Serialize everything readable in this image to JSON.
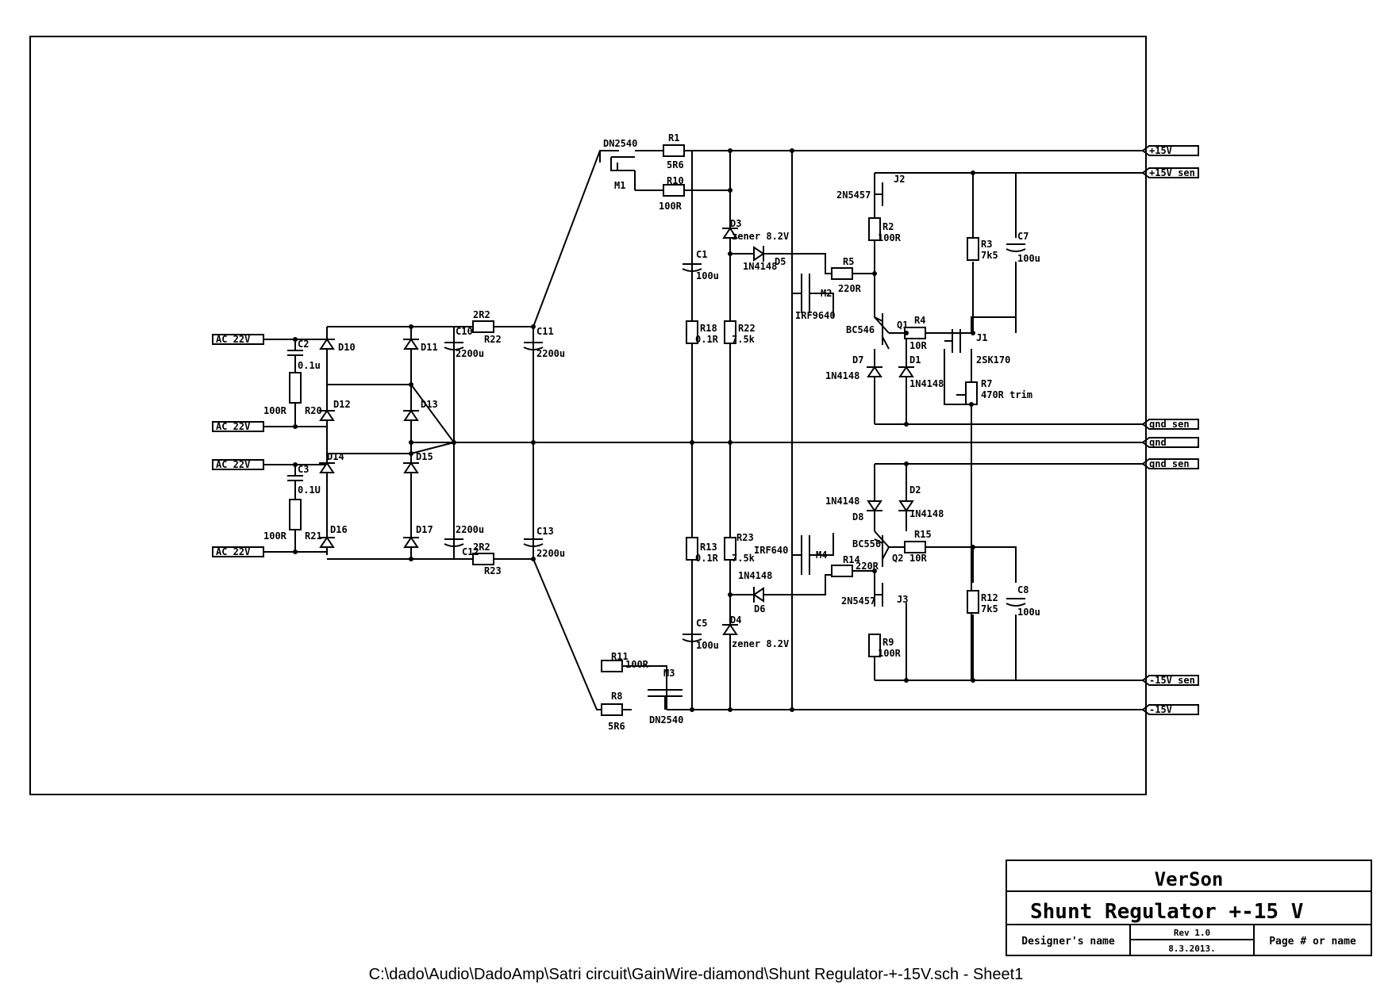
{
  "ports": [
    {
      "id": "p15v",
      "label": "+15V"
    },
    {
      "id": "p15vsen",
      "label": "+15V sen"
    },
    {
      "id": "gndsen1",
      "label": "gnd sen"
    },
    {
      "id": "gnd",
      "label": "gnd"
    },
    {
      "id": "gndsen2",
      "label": "gnd sen"
    },
    {
      "id": "m15vsen",
      "label": "-15V sen"
    },
    {
      "id": "m15v",
      "label": "-15V"
    }
  ],
  "ac_inputs": [
    "AC 22V",
    "AC 22V",
    "AC 22V",
    "AC 22V"
  ],
  "labels": {
    "C2": "C2",
    "C2v": "0.1u",
    "R20v": "100R",
    "R20": "R20",
    "D10": "D10",
    "D11": "D11",
    "D12": "D12",
    "D13": "D13",
    "C3": "C3",
    "C3v": "0.1U",
    "R21v": "100R",
    "R21": "R21",
    "D14": "D14",
    "D15": "D15",
    "D16": "D16",
    "D17": "D17",
    "C10": "C10",
    "C10v": "2200u",
    "C12": "C12",
    "C12v": "2200u",
    "R22a": "2R2",
    "R22a_name": "R22",
    "R23a": "2R2",
    "R23a_name": "R23",
    "C11": "C11",
    "C11v": "2200u",
    "C13": "C13",
    "C13v": "2200u",
    "M1": "M1",
    "M1v": "DN2540",
    "M3": "M3",
    "M3v": "DN2540",
    "R1": "R1",
    "R1v": "5R6",
    "R10": "R10",
    "R10v": "100R",
    "R11": "R11",
    "R11v": "100R",
    "R8": "R8",
    "R8v": "5R6",
    "C1": "C1",
    "C1v": "100u",
    "C5": "C5",
    "C5v": "100u",
    "R18": "R18",
    "R18v": "0.1R",
    "R13": "R13",
    "R13v": "0.1R",
    "R22": "R22",
    "R22v": "7.5k",
    "R23": "R23",
    "R23v": "7.5k",
    "D3": "D3",
    "D3v": "zener 8.2V",
    "D4": "D4",
    "D4v": "zener 8.2V",
    "D5": "D5",
    "D5v": "1N4148",
    "D6": "D6",
    "D6v": "1N4148",
    "M2": "M2",
    "M2v": "IRF9640",
    "M4": "M4",
    "M4v": "IRF640",
    "R5": "R5",
    "R5v": "220R",
    "R14": "R14",
    "R14v": "220R",
    "J2": "J2",
    "J2v": "2N5457",
    "J3": "J3",
    "J3v": "2N5457",
    "R2": "R2",
    "R2v": "100R",
    "R9": "R9",
    "R9v": "100R",
    "Q1": "Q1",
    "Q1v": "BC546",
    "Q2": "Q2",
    "Q2v": "BC556",
    "R4": "R4",
    "R4v": "10R",
    "R15": "R15",
    "R15v": "10R",
    "D7": "D7",
    "D7v": "1N4148",
    "D1": "D1",
    "D1v": "1N4148",
    "D8": "D8",
    "D8v": "1N4148",
    "D2": "D2",
    "D2v": "1N4148",
    "J1": "J1",
    "J1v": "2SK170",
    "R7": "R7",
    "R7v": "470R trim",
    "R3": "R3",
    "R3v": "7k5",
    "R12": "R12",
    "R12v": "7k5",
    "C7": "C7",
    "C7v": "100u",
    "C8": "C8",
    "C8v": "100u"
  },
  "title_block": {
    "company": "VerSon",
    "title": "Shunt Regulator +-15 V",
    "designer": "Designer's name",
    "rev": "Rev 1.0",
    "date": "8.3.2013.",
    "page": "Page # or name"
  },
  "footer": "C:\\dado\\Audio\\DadoAmp\\Satri circuit\\GainWire-diamond\\Shunt Regulator-+-15V.sch  -  Sheet1"
}
